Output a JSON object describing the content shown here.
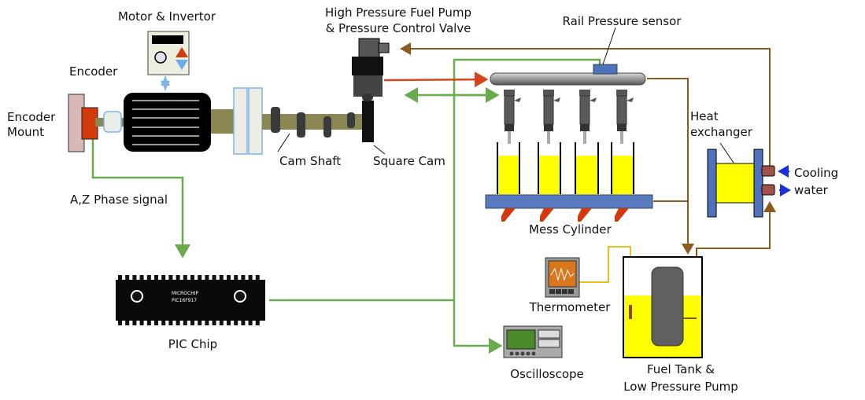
{
  "labels": {
    "motor_inverter": "Motor & Invertor",
    "encoder": "Encoder",
    "encoder_mount_line1": "Encoder",
    "encoder_mount_line2": "Mount",
    "pump_line1": "High Pressure Fuel Pump",
    "pump_line2": "& Pressure Control Valve",
    "rail_sensor": "Rail Pressure sensor",
    "heat_exchanger_line1": "Heat",
    "heat_exchanger_line2": "exchanger",
    "cooling_line1": "Cooling",
    "cooling_line2": "water",
    "cam_shaft": "Cam Shaft",
    "square_cam": "Square Cam",
    "phase_signal": "A,Z Phase signal",
    "mess_cylinder": "Mess Cylinder",
    "pic_chip": "PIC Chip",
    "thermometer": "Thermometer",
    "oscilloscope": "Oscilloscope",
    "fuel_tank_line1": "Fuel Tank &",
    "fuel_tank_line2": "Low Pressure Pump"
  },
  "chip_text": {
    "brand": "MICROCHIP",
    "model": "PIC16F917"
  },
  "colors": {
    "signal": "#6aaa4e",
    "fuel_return": "#8a5a1e",
    "high_pressure": "#d9421c",
    "cooling": "#1c2fd9",
    "fuel": "#ffff00",
    "blue_part": "#4f72bd"
  }
}
